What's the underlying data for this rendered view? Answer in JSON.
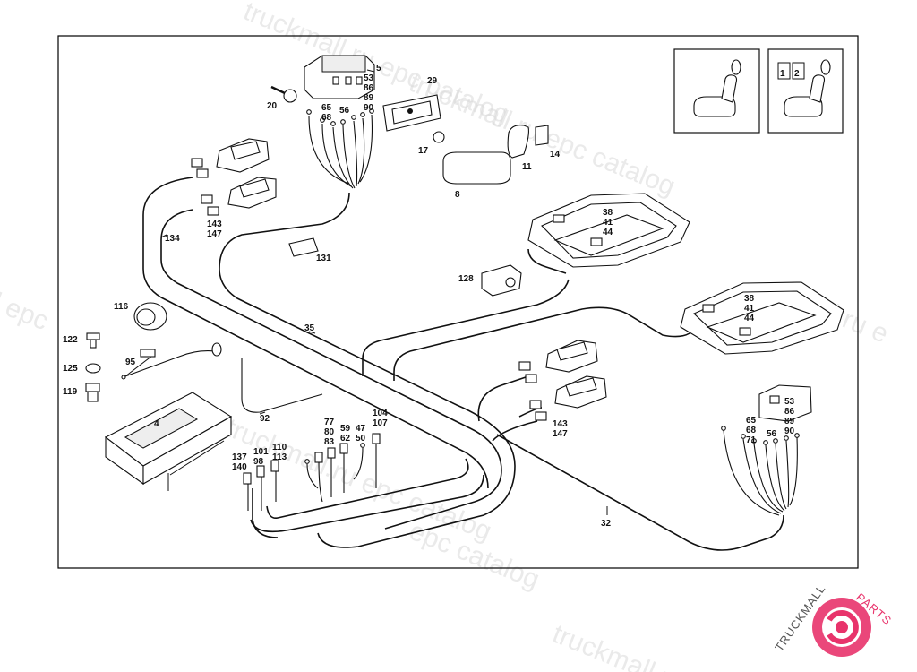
{
  "watermark": {
    "text_a": "truckmall.ru epc catalog",
    "text_b": "epc catalog",
    "text_c": "truckmall.ru epc catalog",
    "text_d": "truckmall.ru",
    "text_e": "l epc",
    "text_f": "mall.ru e",
    "text_g": "epc catalog"
  },
  "logo": {
    "main": "TRUCKMALL",
    "accent": "PARTS",
    "accent_color": "#e8336b"
  },
  "colors": {
    "line": "#111111",
    "frame": "#000000"
  },
  "labels": {
    "p5": "5",
    "p53a": "53",
    "p86a": "86",
    "p89a": "89",
    "p90a": "90",
    "p29": "29",
    "p20": "20",
    "p65a": "65",
    "p68a": "68",
    "p56a": "56",
    "p17": "17",
    "p11": "11",
    "p14": "14",
    "p8": "8",
    "p38a": "38",
    "p41a": "41",
    "p44a": "44",
    "p143a": "143",
    "p147a": "147",
    "p134": "134",
    "p131": "131",
    "p128": "128",
    "p38b": "38",
    "p41b": "41",
    "p44b": "44",
    "p116": "116",
    "p35": "35",
    "p122": "122",
    "p95": "95",
    "p125": "125",
    "p119": "119",
    "p4": "4",
    "p92": "92",
    "p104": "104",
    "p107": "107",
    "p77": "77",
    "p80": "80",
    "p83": "83",
    "p59": "59",
    "p62": "62",
    "p47": "47",
    "p50": "50",
    "p137": "137",
    "p140": "140",
    "p101": "101",
    "p98": "98",
    "p110": "110",
    "p113": "113",
    "p143b": "143",
    "p147b": "147",
    "p53b": "53",
    "p86b": "86",
    "p89b": "89",
    "p90b": "90",
    "p65b": "65",
    "p68b": "68",
    "p71": "71",
    "p56b": "56",
    "p32": "32"
  },
  "inset": {
    "digit1": "1",
    "digit2": "2"
  }
}
